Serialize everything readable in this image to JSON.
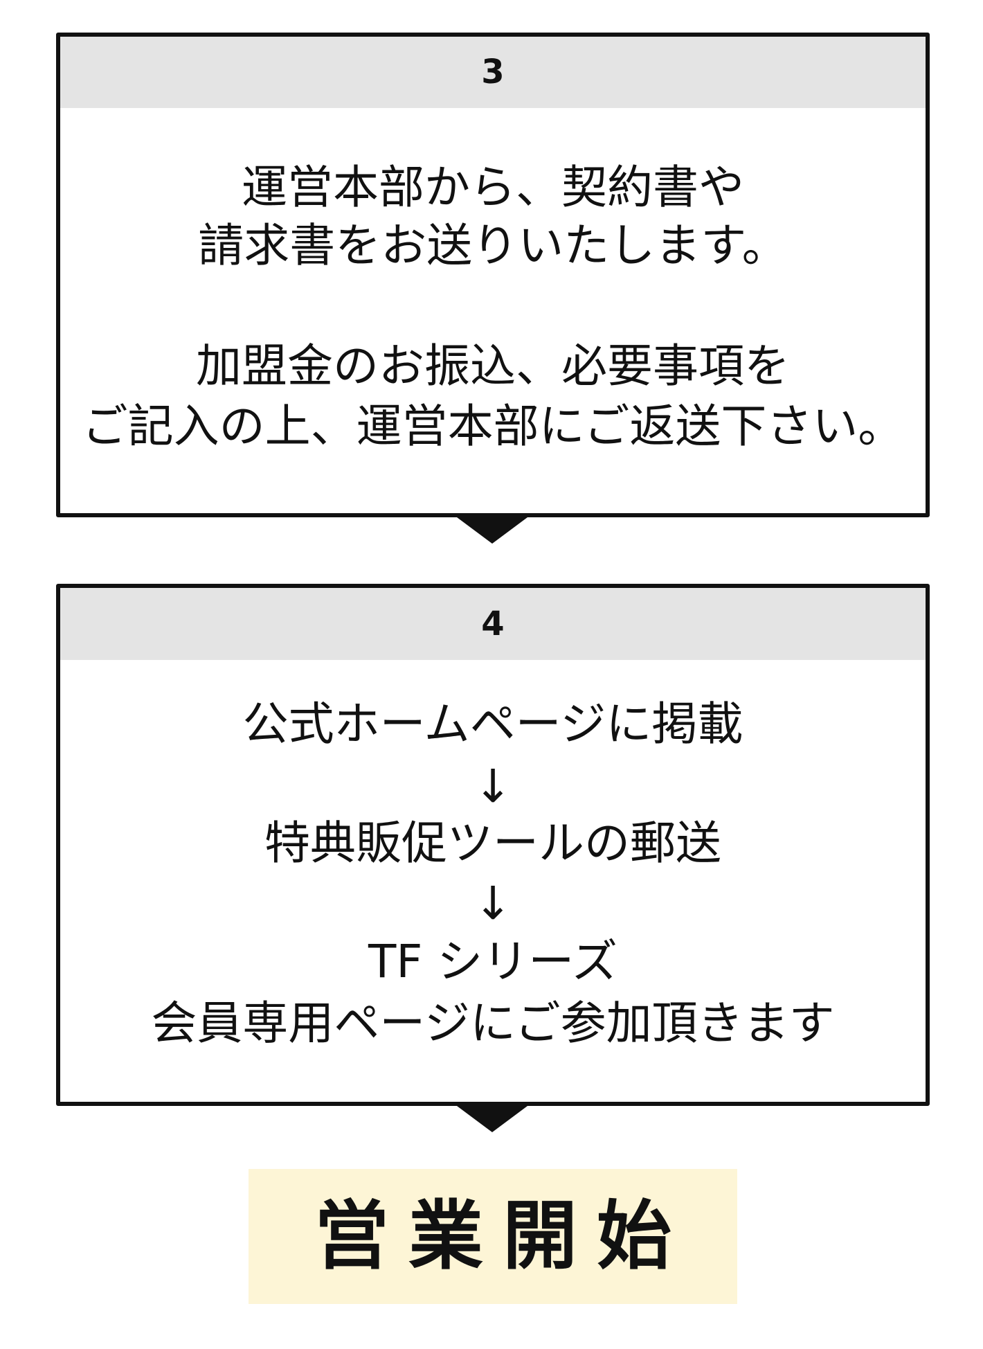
{
  "step3": {
    "number": "3",
    "lines": [
      "運営本部から、契約書や",
      "請求書をお送りいたします。",
      "加盟金のお振込、必要事項を",
      "ご記入の上、運営本部にご返送下さい。"
    ]
  },
  "step4": {
    "number": "4",
    "lines": [
      "公式ホームページに掲載",
      "↓",
      "特典販促ツールの郵送",
      "↓",
      "TF シリーズ",
      "会員専用ページにご参加頂きます"
    ]
  },
  "final": {
    "label": "営業開始"
  }
}
